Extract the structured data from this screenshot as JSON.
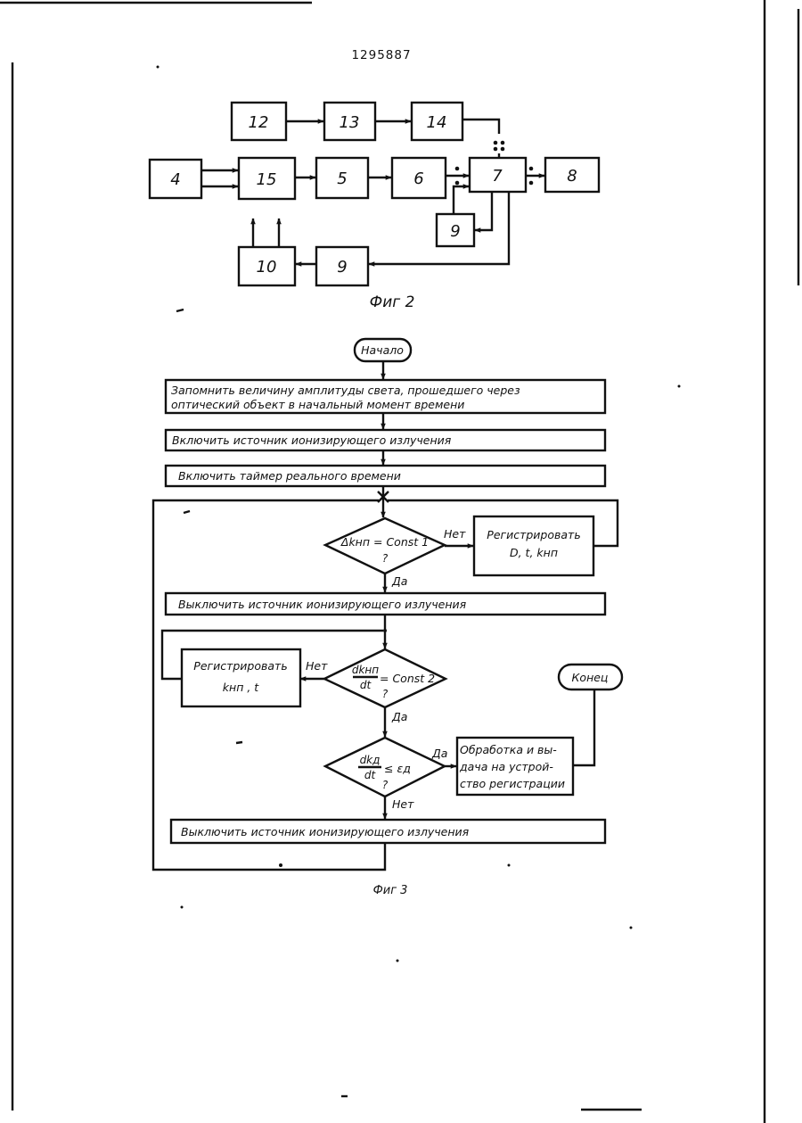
{
  "document_number": "1295887",
  "fig2": {
    "caption": "Фиг 2",
    "blocks": {
      "b12": "12",
      "b13": "13",
      "b14": "14",
      "b4": "4",
      "b15": "15",
      "b5": "5",
      "b6": "6",
      "b7": "7",
      "b8": "8",
      "b9a": "9",
      "b9b": "9",
      "b10": "10"
    }
  },
  "fig3": {
    "caption": "Фиг 3",
    "start": "Начало",
    "end": "Конец",
    "steps": {
      "s1_line1": "Запомнить величину амплитуды света, прошедшего через",
      "s1_line2": "оптический объект в начальный момент времени",
      "s2": "Включить источник ионизирующего излучения",
      "s3": "Включить таймер реального времени",
      "s4": "Выключить источник ионизирующего излучения",
      "s5": "Выключить источник ионизирующего излучения"
    },
    "decisions": {
      "d1": "Δkнп = Const 1",
      "d1_q": "?",
      "d2_num": "dkнп",
      "d2_den": "dt",
      "d2_rest": "= Const 2",
      "d2_q": "?",
      "d3_num": "dkд",
      "d3_den": "dt",
      "d3_rest": "≤ εд",
      "d3_q": "?"
    },
    "actions": {
      "a1_line1": "Регистрировать",
      "a1_line2": "D, t, kнп",
      "a2_line1": "Регистрировать",
      "a2_line2": "kнп , t",
      "a3_line1": "Обработка и вы-",
      "a3_line2": "дача на устрой-",
      "a3_line3": "ство регистрации"
    },
    "labels": {
      "no1": "Нет",
      "yes1": "Да",
      "no2": "Нет",
      "yes2": "Да",
      "yes3": "Да",
      "no3": "Нет"
    }
  }
}
